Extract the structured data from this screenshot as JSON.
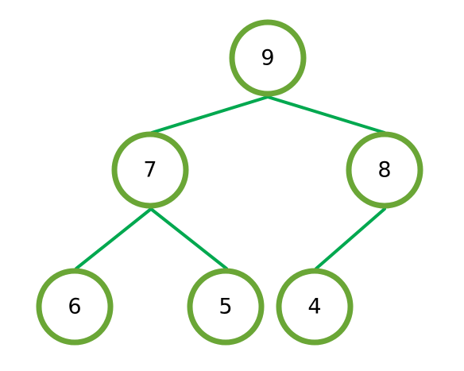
{
  "colors": {
    "node_stroke": "#6aa636",
    "edge": "#00a84f",
    "node_fill": "#ffffff",
    "text": "#000000"
  },
  "tree": {
    "nodes": [
      {
        "id": "n9",
        "label": "9"
      },
      {
        "id": "n7",
        "label": "7"
      },
      {
        "id": "n8",
        "label": "8"
      },
      {
        "id": "n6",
        "label": "6"
      },
      {
        "id": "n5",
        "label": "5"
      },
      {
        "id": "n4",
        "label": "4"
      }
    ],
    "edges": [
      {
        "from": "n9",
        "to": "n7"
      },
      {
        "from": "n9",
        "to": "n8"
      },
      {
        "from": "n7",
        "to": "n6"
      },
      {
        "from": "n7",
        "to": "n5"
      },
      {
        "from": "n8",
        "to": "n4"
      }
    ]
  }
}
